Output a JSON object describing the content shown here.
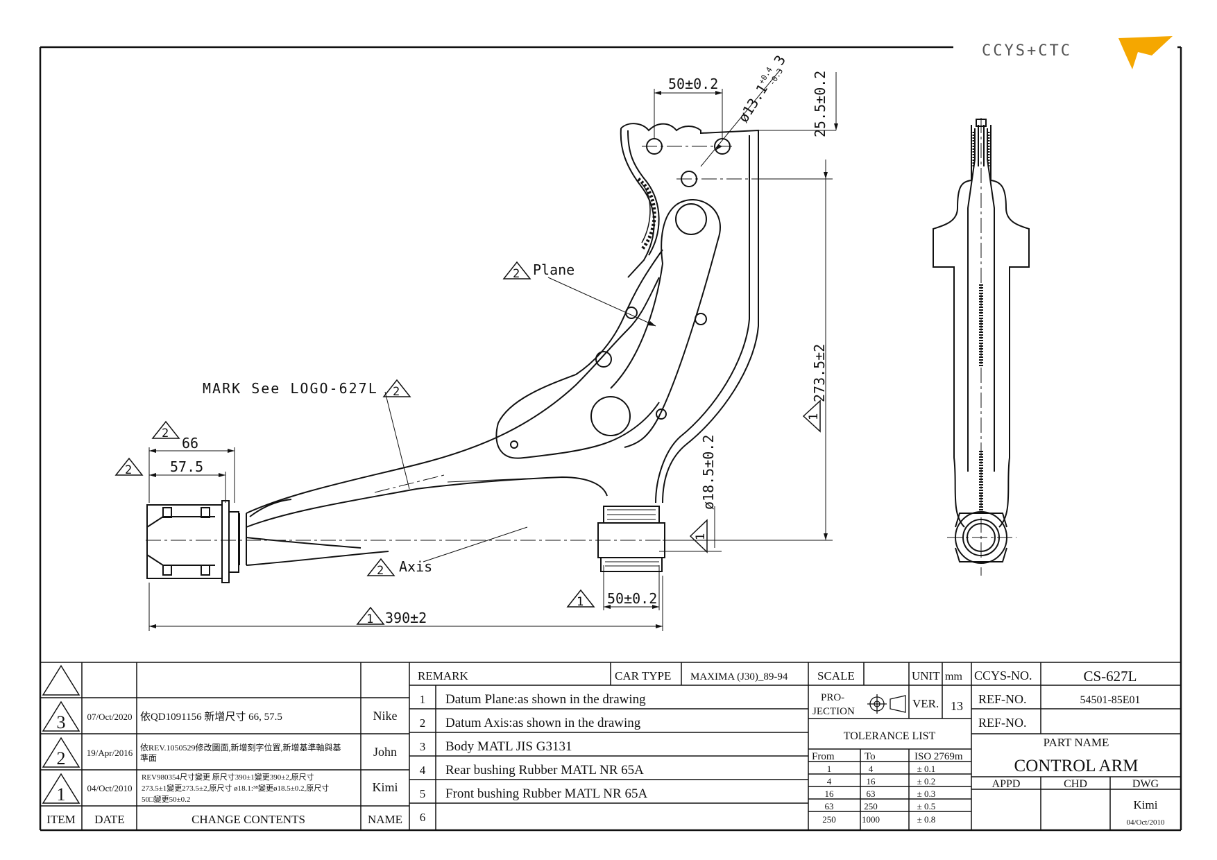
{
  "logo": {
    "text": "CCYS+CTC"
  },
  "drawing": {
    "dims": {
      "hole_spacing": "50±0.2",
      "hole_dia": "ø13.1",
      "hole_dia_tol_upper": "+0.4",
      "hole_dia_tol_lower": "-0.3",
      "hole_dia_suffix": "3",
      "offset_vertical": "25.5±0.2",
      "height": "273.5±2",
      "bushing_dia": "ø18.5±0.2",
      "bushing_width": "50±0.2",
      "overall_length": "390±2",
      "dim_66": "66",
      "dim_57_5": "57.5"
    },
    "callouts": {
      "plane": "Plane",
      "mark": "MARK See LOGO-627L",
      "axis": "Axis"
    },
    "markers": {
      "one": "1",
      "two": "2",
      "three": "3"
    }
  },
  "revisions": {
    "headers": {
      "item": "ITEM",
      "date": "DATE",
      "change": "CHANGE CONTENTS",
      "name": "NAME"
    },
    "rows": [
      {
        "item": "3",
        "date": "07/Oct/2020",
        "change": [
          "依QD1091156 新增尺寸 66, 57.5"
        ],
        "name": "Nike"
      },
      {
        "item": "2",
        "date": "19/Apr/2016",
        "change": [
          "依REV.1050529修改圖面,新增刻字位置,新增基準軸與基",
          "準面"
        ],
        "name": "John"
      },
      {
        "item": "1",
        "date": "04/Oct/2010",
        "change": [
          "REV980354尺寸變更 原尺寸390±1變更390±2,原尺寸",
          "273.5±1變更273.5±2,原尺寸 ø18.1:³⁸變更ø18.5±0.2,原尺寸",
          "50□變更50±0.2"
        ],
        "name": "Kimi"
      }
    ]
  },
  "remarks": {
    "header": "REMARK",
    "car_type_label": "CAR TYPE",
    "car_type_value": "MAXIMA (J30)_89-94",
    "rows": [
      {
        "no": "1",
        "text": "Datum Plane:as shown in the drawing"
      },
      {
        "no": "2",
        "text": "Datum Axis:as shown in the drawing"
      },
      {
        "no": "3",
        "text": "Body MATL JIS G3131"
      },
      {
        "no": "4",
        "text": "Rear bushing Rubber MATL NR 65A"
      },
      {
        "no": "5",
        "text": "Front bushing Rubber MATL NR 65A"
      },
      {
        "no": "6",
        "text": ""
      }
    ]
  },
  "meta": {
    "scale_label": "SCALE",
    "unit_label": "UNIT",
    "unit_value": "mm",
    "projection_label_1": "PRO-",
    "projection_label_2": "JECTION",
    "ver_label": "VER.",
    "ver_value": "13",
    "tolerance_title": "TOLERANCE LIST",
    "tolerance_headers": {
      "from": "From",
      "to": "To",
      "iso": "ISO 2769m"
    },
    "tolerance_rows": [
      {
        "from": "1",
        "to": "4",
        "tol": "± 0.1"
      },
      {
        "from": "4",
        "to": "16",
        "tol": "± 0.2"
      },
      {
        "from": "16",
        "to": "63",
        "tol": "± 0.3"
      },
      {
        "from": "63",
        "to": "250",
        "tol": "± 0.5"
      },
      {
        "from": "250",
        "to": "1000",
        "tol": "± 0.8"
      }
    ]
  },
  "title_block": {
    "ccys_no_label": "CCYS-NO.",
    "ccys_no_value": "CS-627L",
    "ref_no_label": "REF-NO.",
    "ref_no_value": "54501-85E01",
    "ref_no_label_2": "REF-NO.",
    "ref_no_value_2": "",
    "part_name_label": "PART NAME",
    "part_name_value": "CONTROL ARM",
    "appd_label": "APPD",
    "chd_label": "CHD",
    "dwg_label": "DWG",
    "dwg_name": "Kimi",
    "dwg_date": "04/Oct/2010"
  }
}
